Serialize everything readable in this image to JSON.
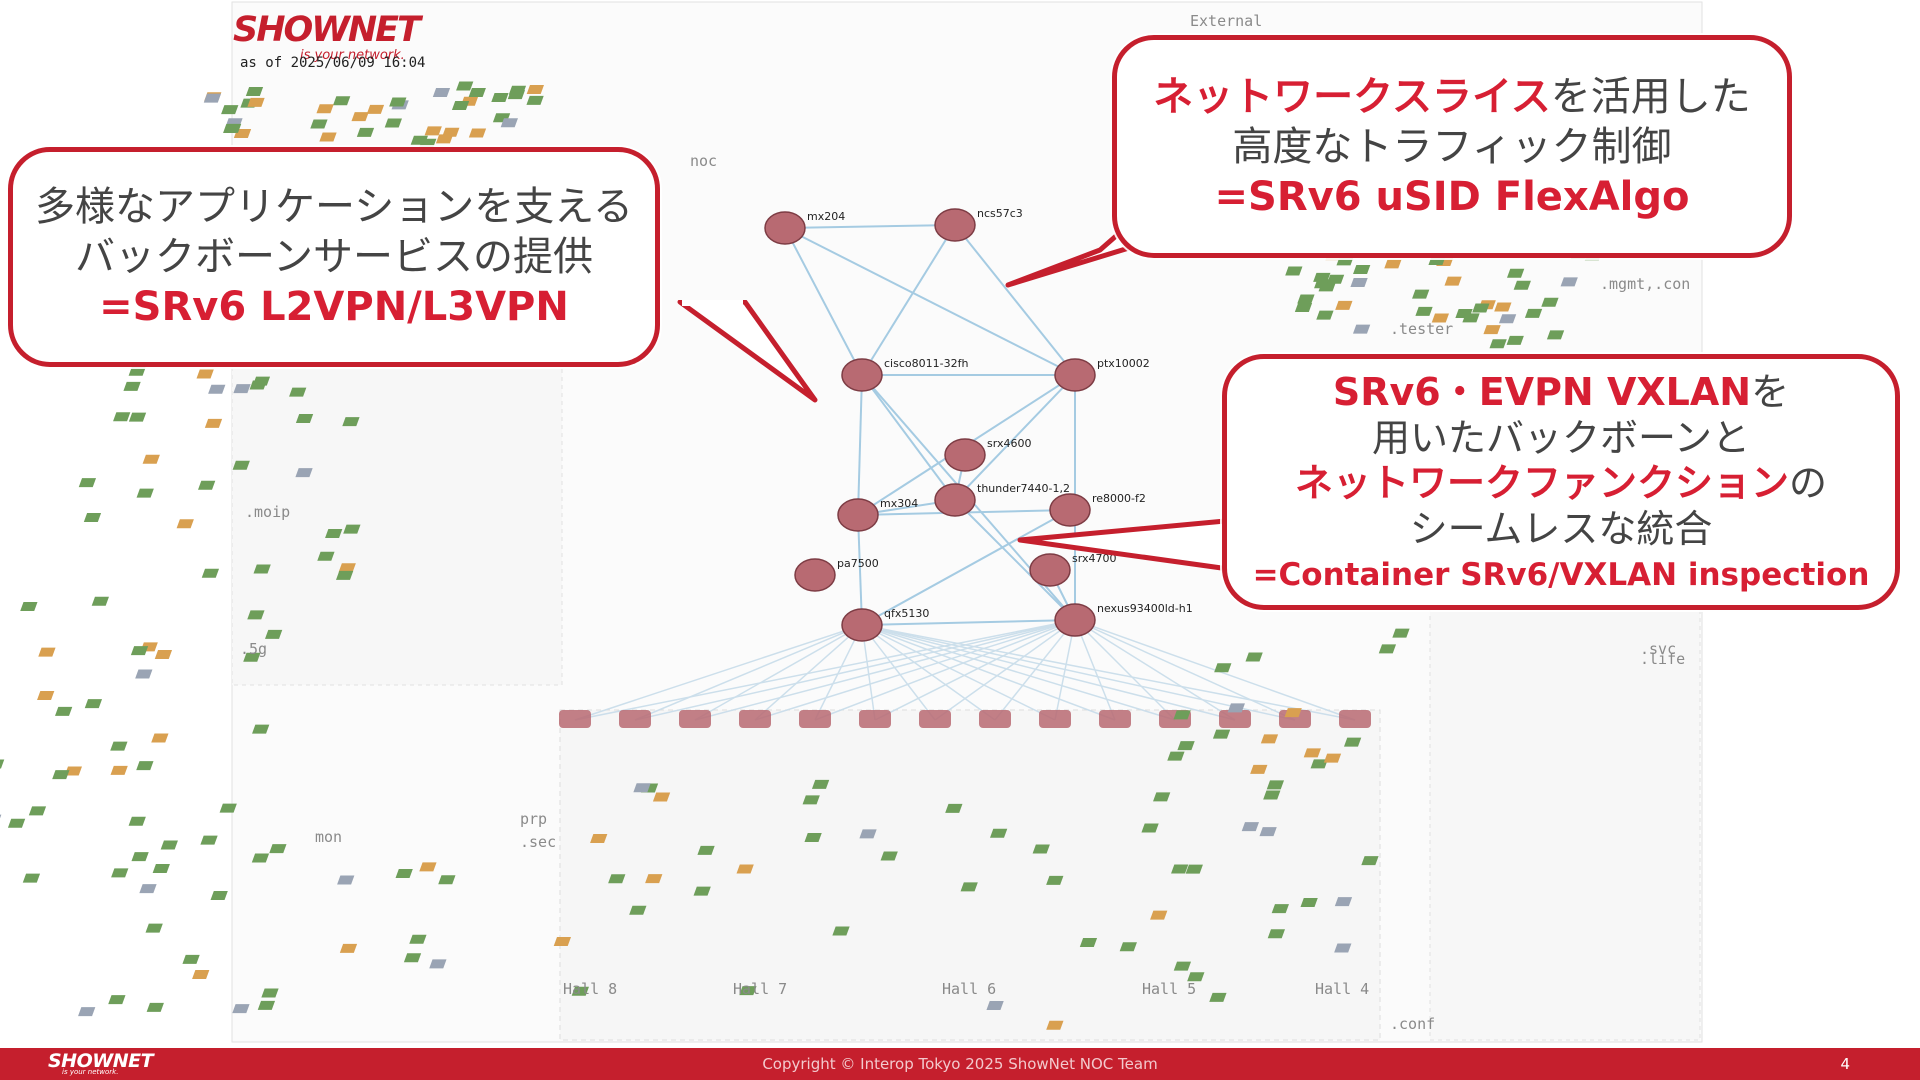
{
  "slide": {
    "callouts": [
      {
        "lines": [
          "多様なアプリケーションを支える",
          "バックボーンサービスの提供",
          "=SRv6 L2VPN/L3VPN"
        ]
      },
      {
        "line1_red": "ネットワークスライス",
        "line1_rest": "を活用した",
        "line2": "高度なトラフィック制御",
        "line3": "=SRv6 uSID FlexAlgo"
      },
      {
        "line1_red": "SRv6・EVPN VXLAN",
        "line1_rest": "を",
        "line2": "用いたバックボーンと",
        "line3_red": "ネットワークファンクション",
        "line3_rest": "の",
        "line4": "シームレスな統合",
        "line5": "=Container SRv6/VXLAN inspection"
      }
    ],
    "diagram": {
      "logo": "SHOWNET",
      "logo_sub": "is your network.",
      "as_of": "as of 2025/06/09 16:04",
      "routers": [
        {
          "label": "mx204"
        },
        {
          "label": "ncs57c3"
        },
        {
          "label": "cisco8011-32fh"
        },
        {
          "label": "ptx10002"
        },
        {
          "label": "mx304"
        },
        {
          "label": "thunder7440-1,2"
        },
        {
          "label": "nexus93400ld-h1"
        },
        {
          "label": "qfx5130"
        },
        {
          "label": "srx4600"
        },
        {
          "label": "re8000-f2"
        },
        {
          "label": "srx4700"
        },
        {
          "label": "pa7500"
        }
      ],
      "links": [
        "#107",
        "#110",
        "#126",
        "#150",
        "#142",
        "#139",
        "#136"
      ],
      "zones": [
        ".mgmt,.con",
        ".moip",
        ".5g",
        "mon",
        ".sec",
        "prp",
        ".conf",
        "Hall 8",
        "Hall 7",
        "Hall 6",
        "Hall 5",
        "Hall 4",
        ".svc",
        ".life",
        ".tester",
        "External",
        "noc"
      ]
    },
    "footer": {
      "logo": "SHOWNET",
      "logo_sub": "is your network.",
      "copyright": "Copyright © Interop Tokyo 2025 ShowNet NOC Team",
      "page": "4"
    },
    "colors": {
      "accent": "#c51f2d",
      "router": "#b86a72",
      "switch": "#6e9e5a",
      "appliance": "#d9a050",
      "link": "#9cc6e0"
    }
  }
}
